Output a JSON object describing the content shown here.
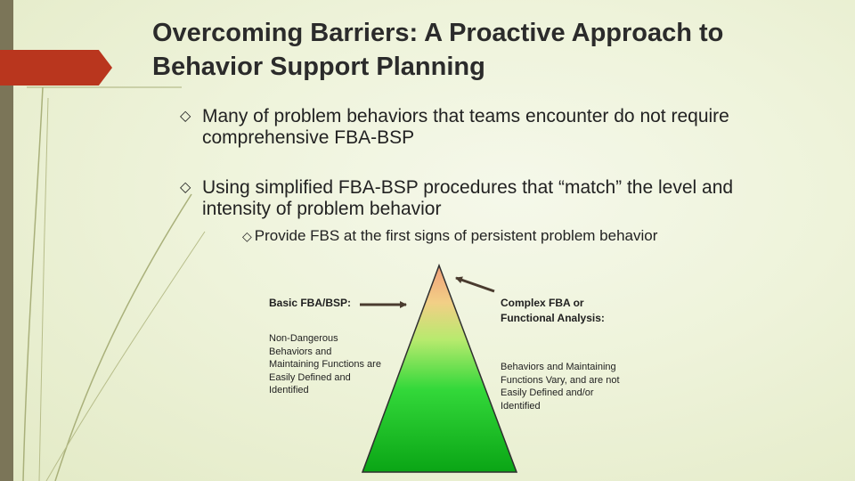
{
  "slide": {
    "title": "Overcoming Barriers: A Proactive Approach to Behavior Support Planning",
    "bullets": [
      {
        "icon": "diamond-outline-icon",
        "text": "Many of problem behaviors that teams encounter do not require comprehensive FBA-BSP"
      },
      {
        "icon": "diamond-outline-icon",
        "text": "Using simplified FBA-BSP procedures that “match” the level and intensity of problem behavior"
      }
    ],
    "sub_bullet": {
      "icon": "diamond-outline-icon",
      "text": "Provide FBS at the first signs of persistent problem behavior"
    }
  },
  "diagram": {
    "left_heading": "Basic FBA/BSP:",
    "left_body": "Non-Dangerous Behaviors and Maintaining Functions are Easily Defined and Identified",
    "right_heading": "Complex FBA or Functional Analysis:",
    "right_body": "Behaviors and Maintaining Functions Vary, and are not Easily Defined and/or Identified"
  },
  "colors": {
    "accent": "#b9361e",
    "side_bar": "#7b7558",
    "pyramid_top": "#f0a079",
    "pyramid_bottom": "#0aa515",
    "arrow": "#4a3b2f"
  }
}
